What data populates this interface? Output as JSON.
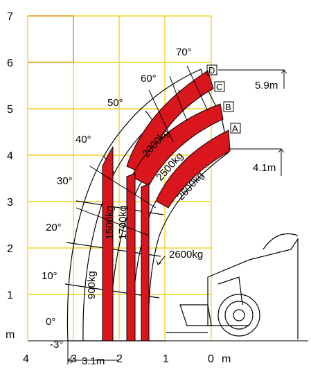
{
  "colors": {
    "grid": "#f2d22a",
    "fill": "#d9161c",
    "outline": "#000000",
    "cabin_outline": "#e59a2a"
  },
  "axes": {
    "y_ticks": [
      "7",
      "6",
      "5",
      "4",
      "3",
      "2",
      "1"
    ],
    "y_unit": "m",
    "x_ticks": [
      "4",
      "3",
      "2",
      "1",
      "0"
    ],
    "x_unit": "m"
  },
  "angles": [
    "70°",
    "60°",
    "50°",
    "40°",
    "30°",
    "20°",
    "10°",
    "0°",
    "-3°"
  ],
  "loads": [
    "2000kg",
    "2500kg",
    "2600kg",
    "1500kg",
    "1700kg",
    "900kg",
    "2600kg"
  ],
  "positions": [
    "D",
    "C",
    "B",
    "A"
  ],
  "dimensions": {
    "max_height": "5.9m",
    "height_a": "4.1m",
    "reach": "3.1m"
  }
}
